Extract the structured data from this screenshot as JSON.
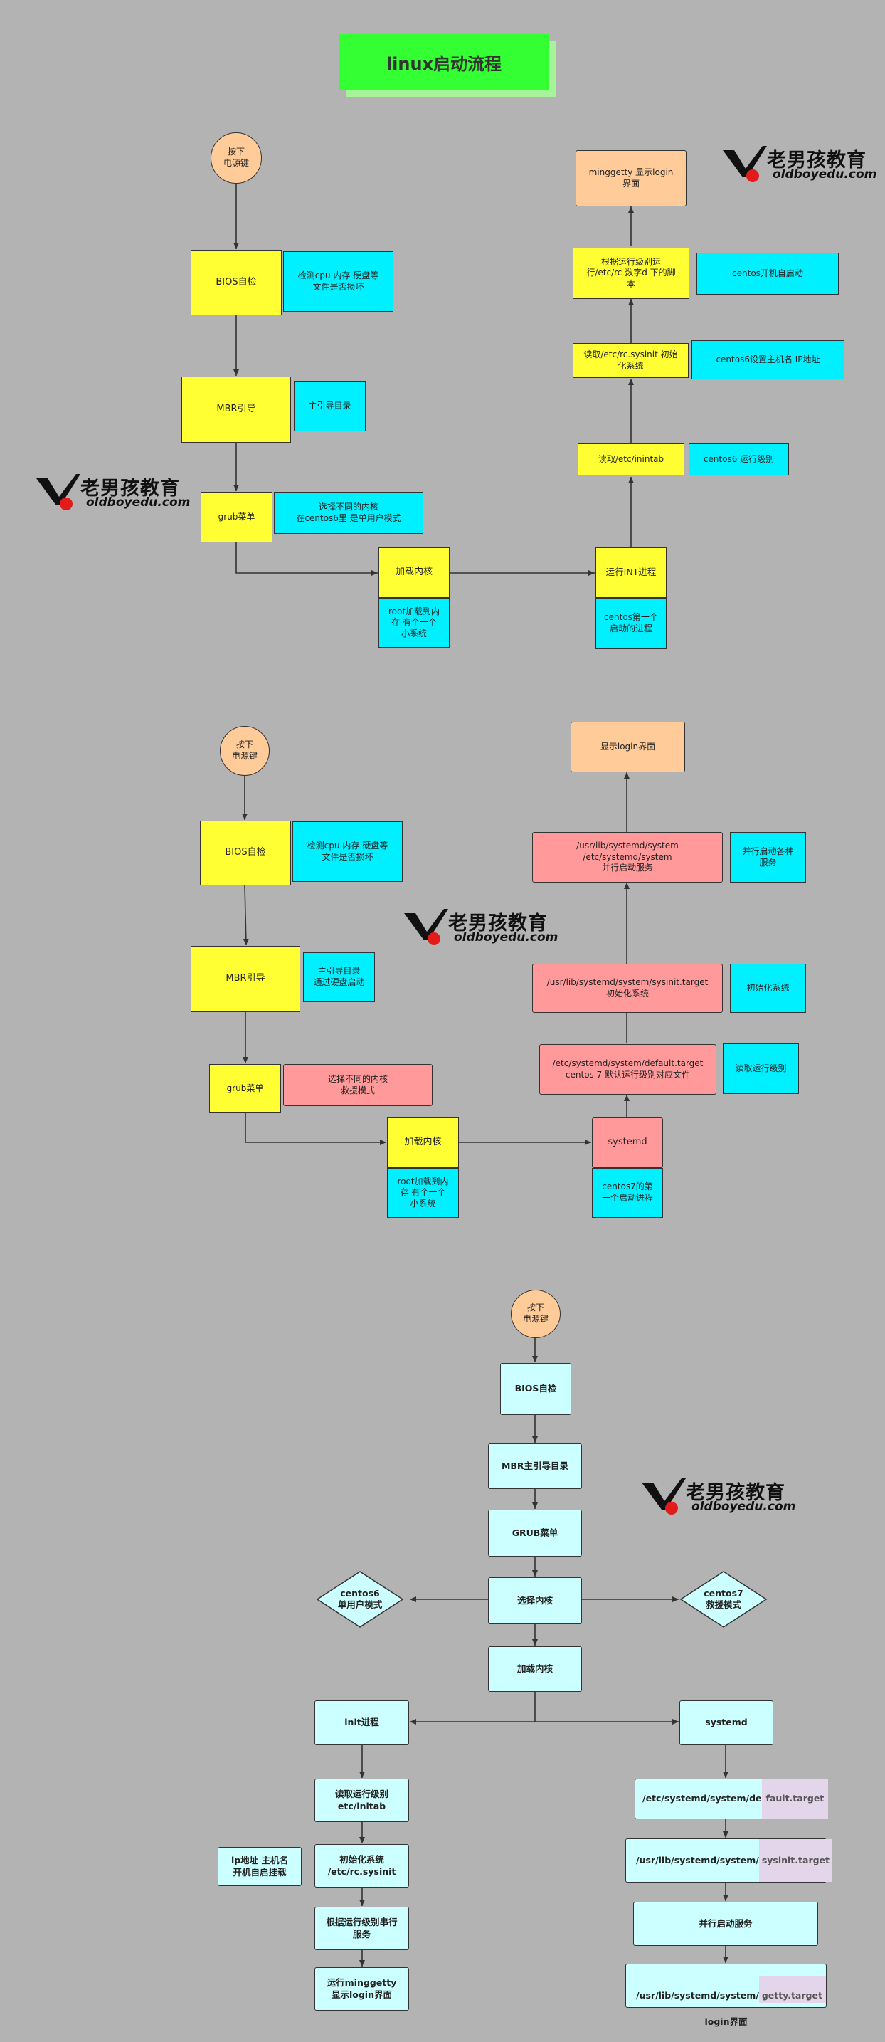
{
  "title": "linux启动流程",
  "logo": {
    "cn": "老男孩教育",
    "en": "oldboyedu.com"
  },
  "d1": {
    "power": "按下\n电源键",
    "bios": "BIOS自检",
    "bios_note": "检测cpu 内存 硬盘等\n文件是否损坏",
    "mbr": "MBR引导",
    "mbr_note": "主引导目录",
    "grub": "grub菜单",
    "grub_note": "选择不同的内核\n在centos6里 是单用户模式",
    "kernel": "加载内核",
    "kernel_note": "root加载到内\n存 有个一个\n小系统",
    "init": "运行INT进程",
    "init_note": "centos第一个\n启动的进程",
    "inittab": "读取/etc/inintab",
    "inittab_note": "centos6 运行级别",
    "sysinit": "读取/etc/rc.sysinit 初始\n化系统",
    "sysinit_note": "centos6设置主机名 IP地址",
    "rcd": "根据运行级别运\n行/etc/rc 数字d 下的脚\n本",
    "rcd_note": "centos开机自启动",
    "login": "minggetty 显示login\n界面"
  },
  "d2": {
    "power": "按下\n电源键",
    "bios": "BIOS自检",
    "bios_note": "检测cpu 内存 硬盘等\n文件是否损坏",
    "mbr": "MBR引导",
    "mbr_note": "主引导目录\n通过硬盘启动",
    "grub": "grub菜单",
    "grub_note": "选择不同的内核\n救援模式",
    "kernel": "加载内核",
    "kernel_note": "root加载到内\n存 有个一个\n小系统",
    "systemd": "systemd",
    "systemd_note": "centos7的第\n一个启动进程",
    "default": "/etc/systemd/system/default.target\ncentos 7 默认运行级别对应文件",
    "default_note": "读取运行级别",
    "sysinit": "/usr/lib/systemd/system/sysinit.target\n初始化系统",
    "sysinit_note": "初始化系统",
    "parallel": "/usr/lib/systemd/system\n/etc/systemd/system\n并行启动服务",
    "parallel_note": "并行启动各种\n服务",
    "login": "显示login界面"
  },
  "d3": {
    "power": "按下\n电源键",
    "bios": "BIOS自检",
    "mbr": "MBR主引导目录",
    "grub": "GRUB菜单",
    "select": "选择内核",
    "c6": "centos6\n单用户模式",
    "c7": "centos7\n救援模式",
    "kernel": "加载内核",
    "init": "init进程",
    "systemd": "systemd",
    "inittab": "读取运行级别\netc/initab",
    "sysinit": "初始化系统\n/etc/rc.sysinit",
    "sysinit_note": "ip地址 主机名\n开机自启挂载",
    "serial": "根据运行级别串行\n服务",
    "mingetty": "运行minggetty\n显示login界面",
    "default_a": "/etc/systemd/system/de",
    "default_b": "fault.target",
    "sysinit7_a": "/usr/lib/systemd/system/",
    "sysinit7_b": "sysinit.target",
    "parallel": "并行启动服务",
    "getty_a": "/usr/lib/systemd/system/",
    "getty_b": "getty.target",
    "getty_c": "login界面"
  }
}
